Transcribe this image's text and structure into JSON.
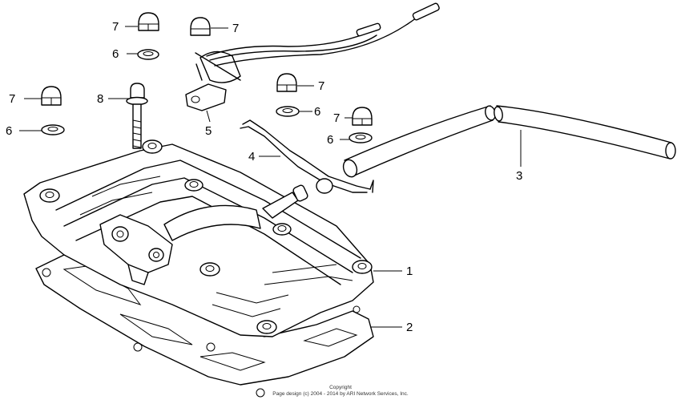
{
  "callouts": {
    "c1": "1",
    "c2": "2",
    "c3": "3",
    "c4": "4",
    "c5": "5",
    "c6a": "6",
    "c6b": "6",
    "c6c": "6",
    "c6d": "6",
    "c7a": "7",
    "c7b": "7",
    "c7c": "7",
    "c7d": "7",
    "c7e": "7",
    "c8": "8"
  },
  "footer": {
    "copyright_title": "Copyright",
    "copyright_line": "Page design (c) 2004 - 2014 by ARI Network Services, Inc."
  }
}
